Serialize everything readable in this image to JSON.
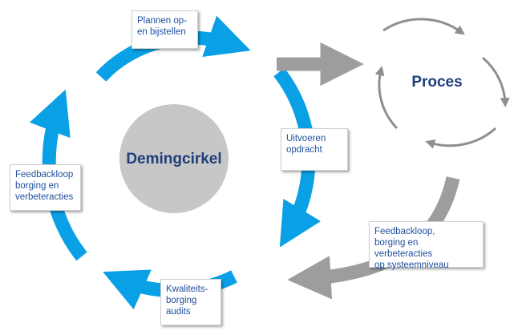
{
  "center": {
    "title": "Demingcirkel"
  },
  "process": {
    "title": "Proces"
  },
  "steps": {
    "plan": [
      "Plannen op-",
      "en bijstellen"
    ],
    "do": [
      "Uitvoeren",
      "opdracht"
    ],
    "check": [
      "Kwaliteits-",
      "borging",
      "audits"
    ],
    "act": [
      "Feedbackloop",
      "borging en",
      "verbeteracties"
    ],
    "system_feedback": [
      "Feedbackloop,",
      "borging en verbeteracties",
      "op systeemniveau"
    ]
  },
  "colors": {
    "cycle_blue": "#0aa0e6",
    "grey_arrow": "#9d9d9d",
    "center_circle": "#c7c7c7",
    "text_navy": "#1f3f7a",
    "label_text": "#1f4e9c"
  }
}
